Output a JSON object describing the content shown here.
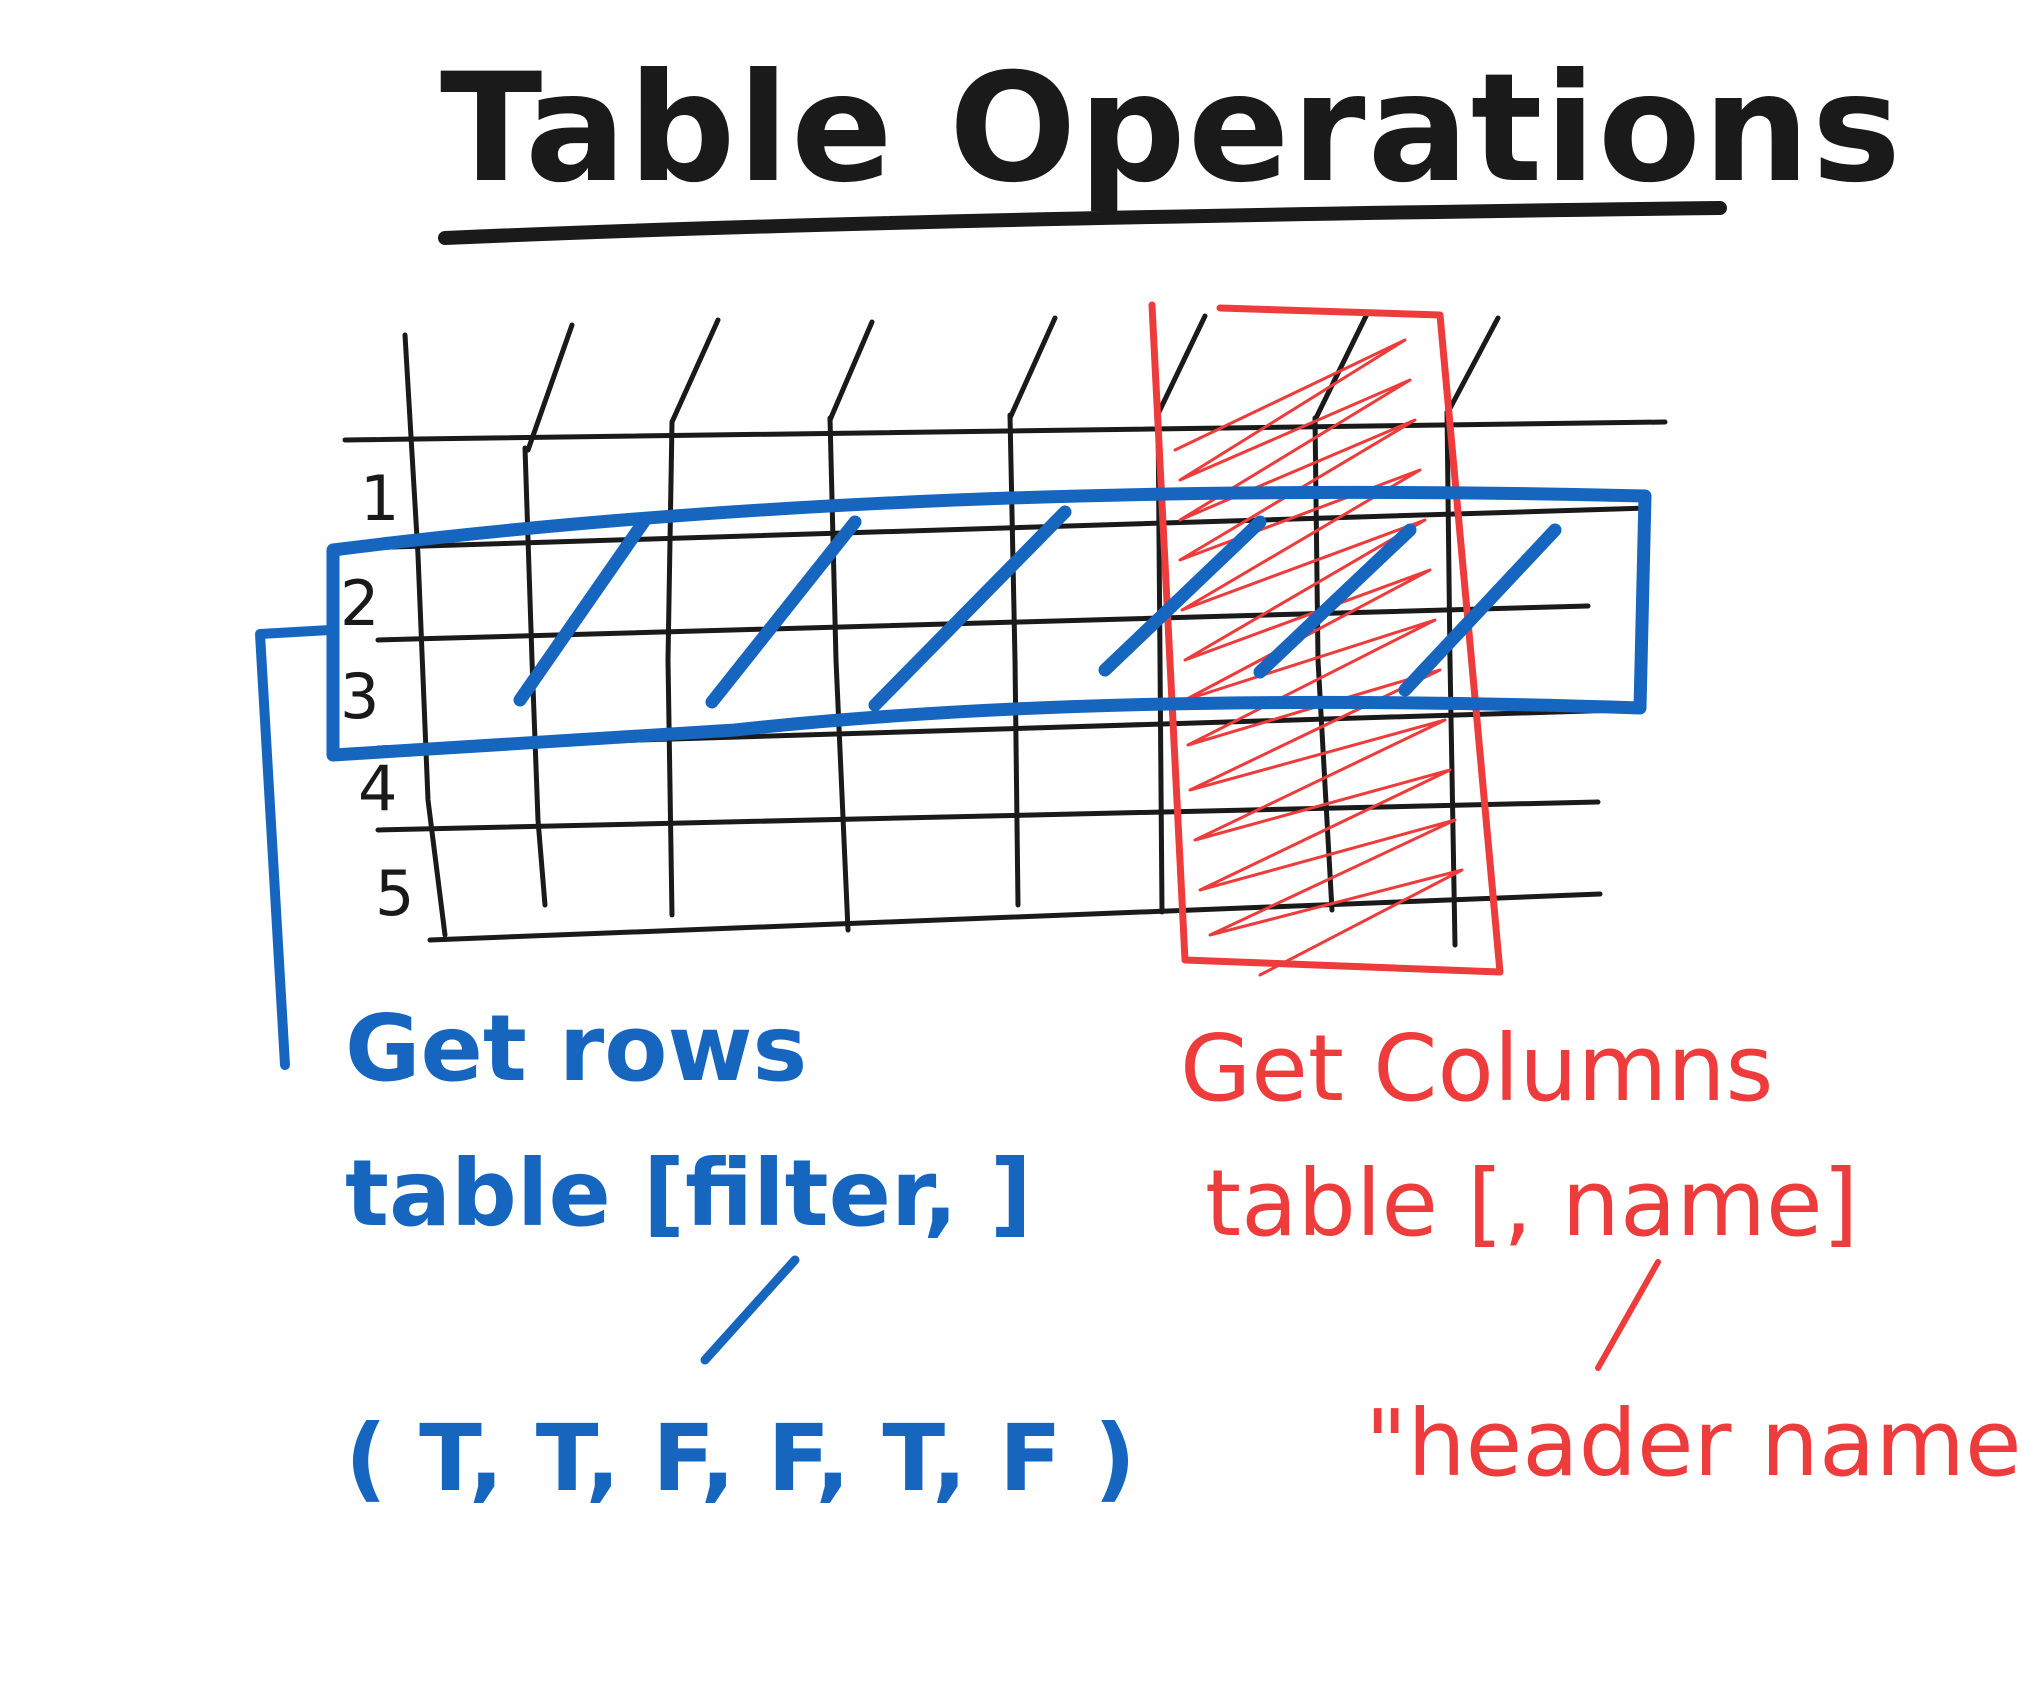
{
  "title": "Table Operations",
  "row_labels": [
    "1",
    "2",
    "3",
    "4",
    "5"
  ],
  "rows_annotation": {
    "heading": "Get rows",
    "syntax": "table [filter, ]",
    "example": "( T, T, F, F, T, F )"
  },
  "columns_annotation": {
    "heading": "Get Columns",
    "syntax": "table [, name]",
    "example": "\"header name\""
  },
  "colors": {
    "ink": "#1a1a1a",
    "rows_highlight": "#1666c0",
    "columns_highlight": "#ee3b3b"
  }
}
